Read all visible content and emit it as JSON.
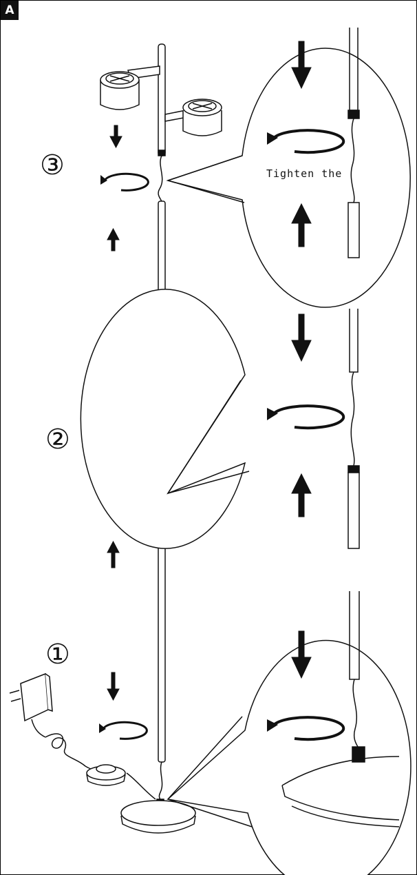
{
  "panel": {
    "label": "A"
  },
  "steps": [
    {
      "number": "③"
    },
    {
      "number": "②"
    },
    {
      "number": "①"
    }
  ],
  "zoom_top": {
    "caption": "Tighten the"
  },
  "colors": {
    "ink": "#111111",
    "paper": "#ffffff"
  }
}
